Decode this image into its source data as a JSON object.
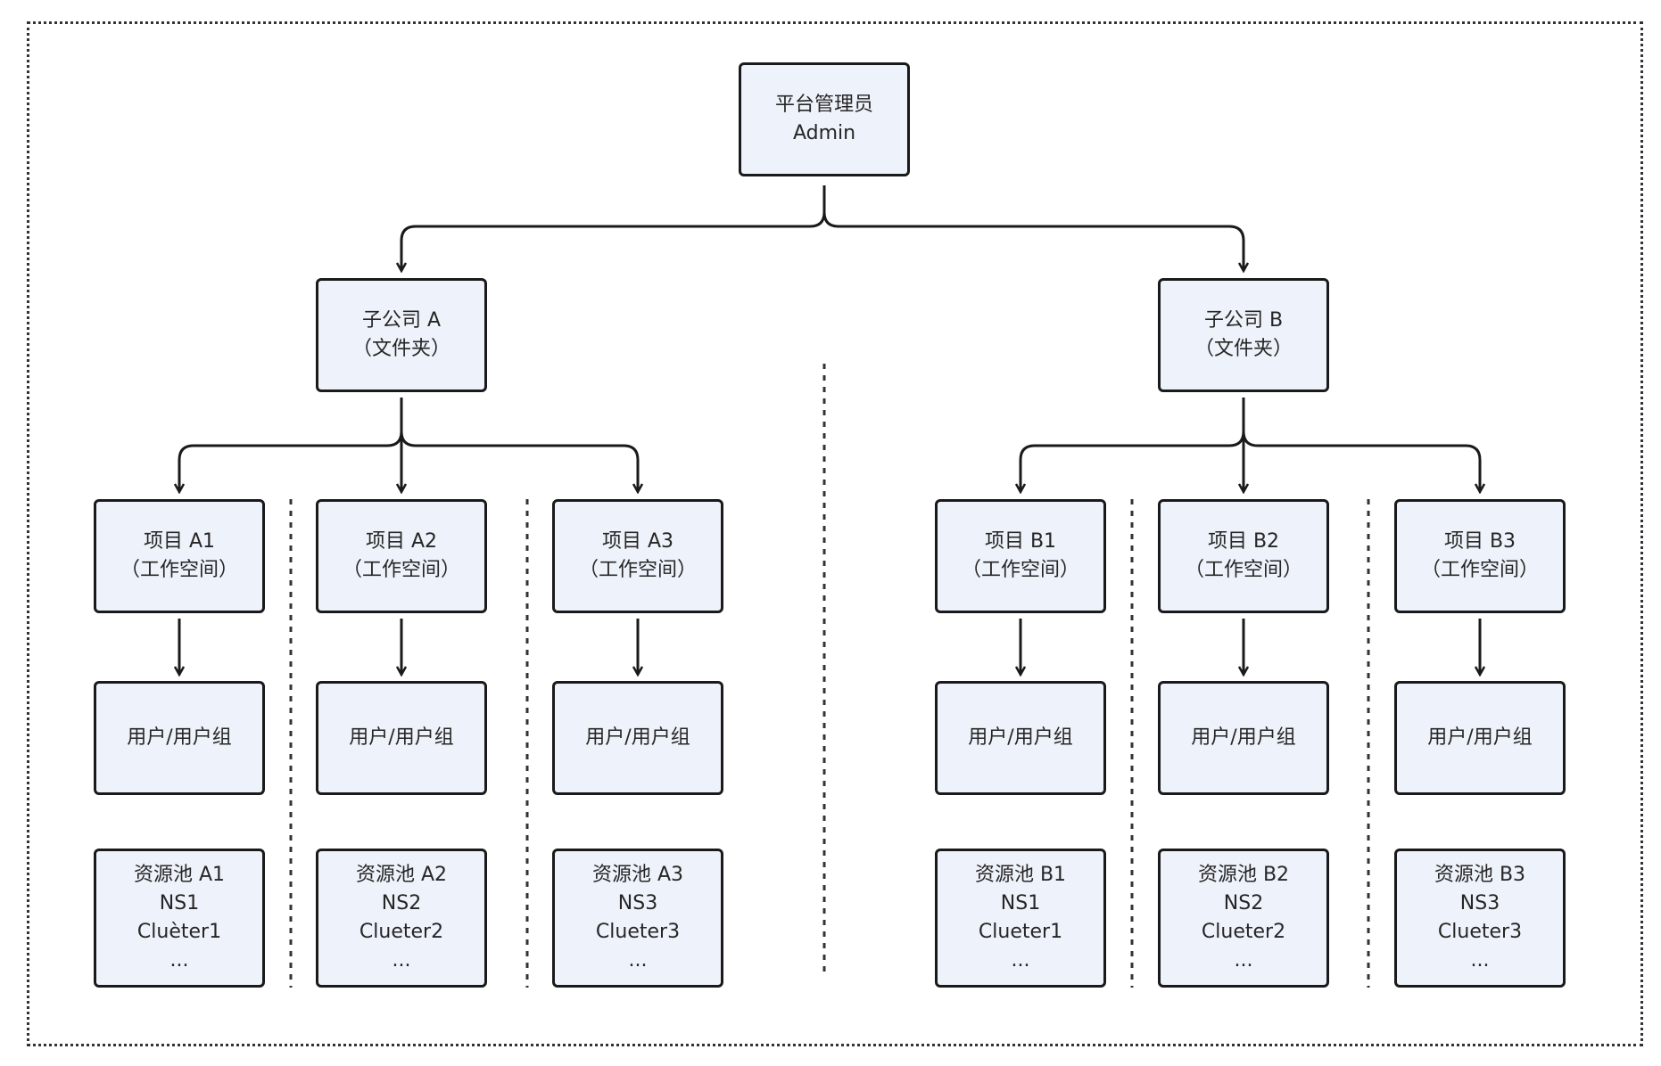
{
  "colors": {
    "node_fill": "#eef2fa",
    "node_border": "#1a1a1a",
    "connector": "#1a1a1a",
    "separator": "#333333",
    "text": "#262626"
  },
  "root": {
    "line1": "平台管理员",
    "line2": "Admin"
  },
  "subsidiaries": [
    {
      "line1": "子公司 A",
      "line2": "（文件夹）",
      "projects": [
        {
          "line1": "项目 A1",
          "line2": "（工作空间）",
          "users": "用户/用户组",
          "pool": [
            "资源池 A1",
            "NS1",
            "Cluèter1",
            "..."
          ]
        },
        {
          "line1": "项目 A2",
          "line2": "（工作空间）",
          "users": "用户/用户组",
          "pool": [
            "资源池 A2",
            "NS2",
            "Clueter2",
            "..."
          ]
        },
        {
          "line1": "项目 A3",
          "line2": "（工作空间）",
          "users": "用户/用户组",
          "pool": [
            "资源池 A3",
            "NS3",
            "Clueter3",
            "..."
          ]
        }
      ]
    },
    {
      "line1": "子公司 B",
      "line2": "（文件夹）",
      "projects": [
        {
          "line1": "项目 B1",
          "line2": "（工作空间）",
          "users": "用户/用户组",
          "pool": [
            "资源池 B1",
            "NS1",
            "Clueter1",
            "..."
          ]
        },
        {
          "line1": "项目 B2",
          "line2": "（工作空间）",
          "users": "用户/用户组",
          "pool": [
            "资源池 B2",
            "NS2",
            "Clueter2",
            "..."
          ]
        },
        {
          "line1": "项目 B3",
          "line2": "（工作空间）",
          "users": "用户/用户组",
          "pool": [
            "资源池 B3",
            "NS3",
            "Clueter3",
            "..."
          ]
        }
      ]
    }
  ]
}
